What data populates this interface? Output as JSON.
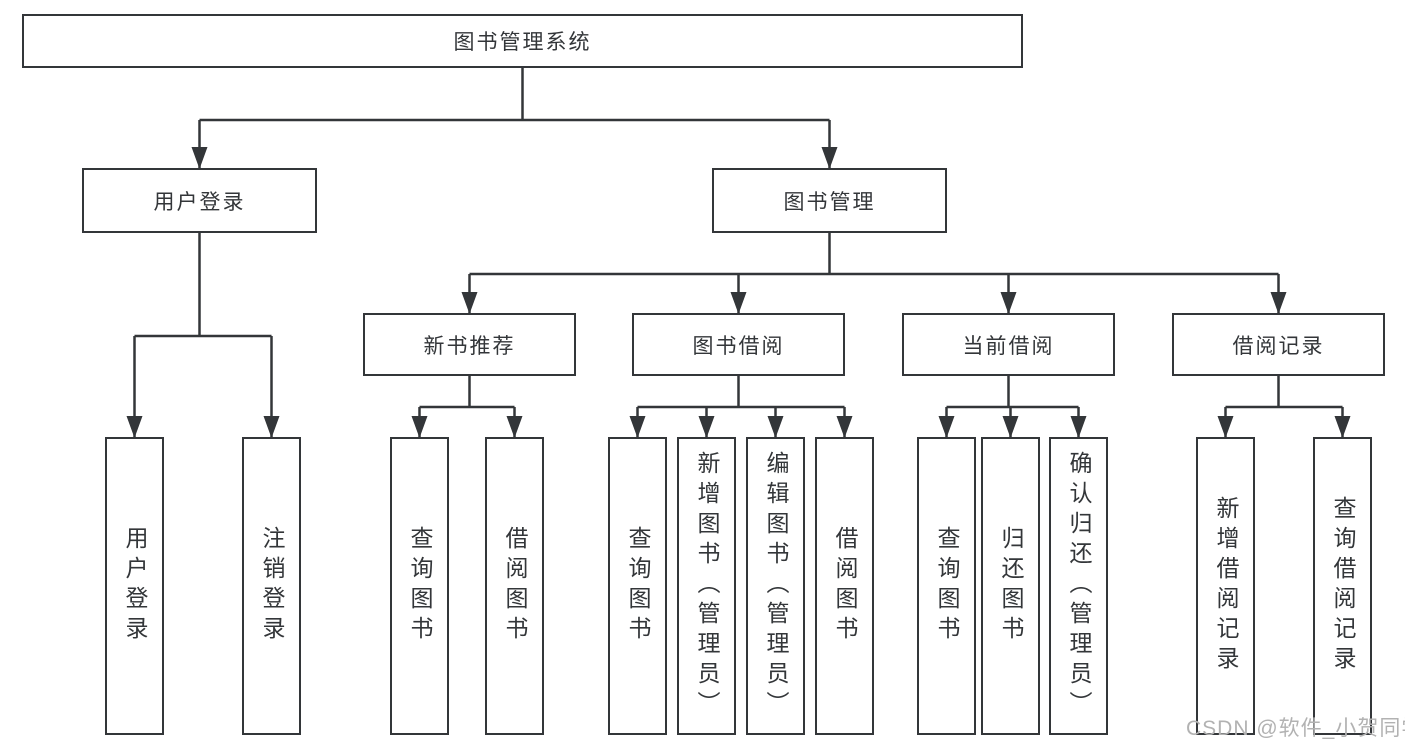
{
  "tree": {
    "root": {
      "label": "图书管理系统"
    },
    "children": [
      {
        "label": "用户登录",
        "children": [
          {
            "label": "用户登录"
          },
          {
            "label": "注销登录"
          }
        ]
      },
      {
        "label": "图书管理",
        "children": [
          {
            "label": "新书推荐",
            "children": [
              {
                "label": "查询图书"
              },
              {
                "label": "借阅图书"
              }
            ]
          },
          {
            "label": "图书借阅",
            "children": [
              {
                "label": "查询图书"
              },
              {
                "label": "新增图书（管理员）"
              },
              {
                "label": "编辑图书（管理员）"
              },
              {
                "label": "借阅图书"
              }
            ]
          },
          {
            "label": "当前借阅",
            "children": [
              {
                "label": "查询图书"
              },
              {
                "label": "归还图书"
              },
              {
                "label": "确认归还（管理员）"
              }
            ]
          },
          {
            "label": "借阅记录",
            "children": [
              {
                "label": "新增借阅记录"
              },
              {
                "label": "查询借阅记录"
              }
            ]
          }
        ]
      }
    ]
  },
  "colors": {
    "line": "#333639",
    "text": "#333639",
    "watermark": "#b2b2b2",
    "background": "#ffffff"
  },
  "watermark": {
    "text": "CSDN @软件_小贺同学"
  }
}
